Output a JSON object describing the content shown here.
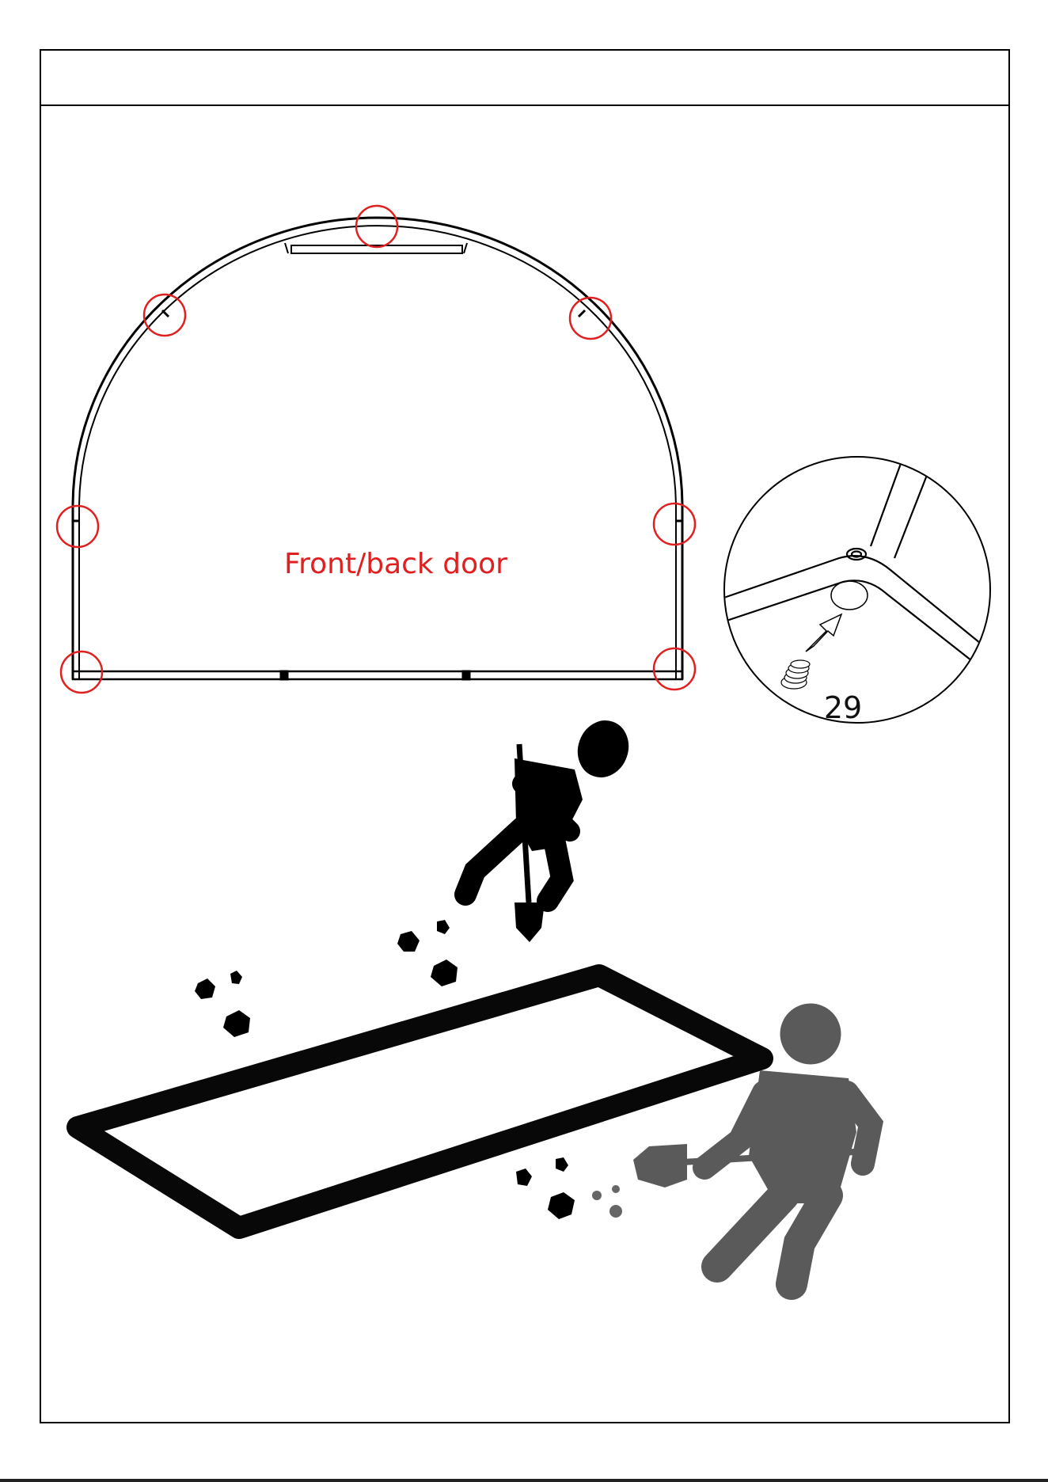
{
  "colors": {
    "frame_line": "#000000",
    "highlight_circle": "#e02020",
    "label_red": "#e02020",
    "digger_back": "#000000",
    "digger_front": "#5a5a5a"
  },
  "diagram": {
    "door_label": "Front/back door",
    "detail_part_number": "29",
    "icons": [
      "door-frame-drawing",
      "highlight-circle",
      "detail-callout",
      "foot-plug-icon",
      "arrow-icon",
      "digging-person-icon",
      "shovel-icon",
      "trench-outline",
      "dirt-clod-icon"
    ]
  }
}
